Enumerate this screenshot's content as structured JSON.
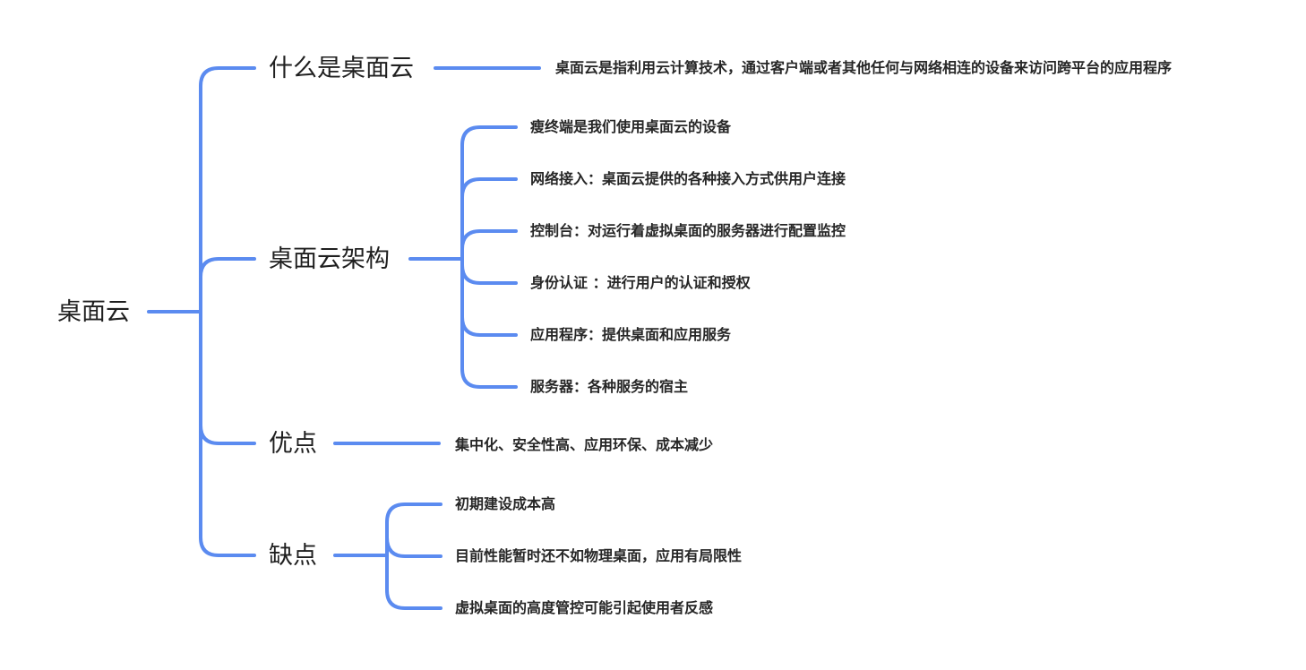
{
  "root": "桌面云",
  "branches": [
    {
      "title": "什么是桌面云",
      "leaves": [
        "桌面云是指利用云计算技术，通过客户端或者其他任何与网络相连的设备来访问跨平台的应用程序"
      ]
    },
    {
      "title": "桌面云架构",
      "leaves": [
        "瘦终端是我们使用桌面云的设备",
        "网络接入：桌面云提供的各种接入方式供用户连接",
        "控制台：对运行着虚拟桌面的服务器进行配置监控",
        "身份认证 ：进行用户的认证和授权",
        "应用程序：提供桌面和应用服务",
        "服务器：各种服务的宿主"
      ]
    },
    {
      "title": "优点",
      "leaves": [
        "集中化、安全性高、应用环保、成本减少"
      ]
    },
    {
      "title": "缺点",
      "leaves": [
        "初期建设成本高",
        "目前性能暂时还不如物理桌面，应用有局限性",
        "虚拟桌面的高度管控可能引起使用者反感"
      ]
    }
  ],
  "colors": {
    "connector": "#5b8bf0"
  }
}
